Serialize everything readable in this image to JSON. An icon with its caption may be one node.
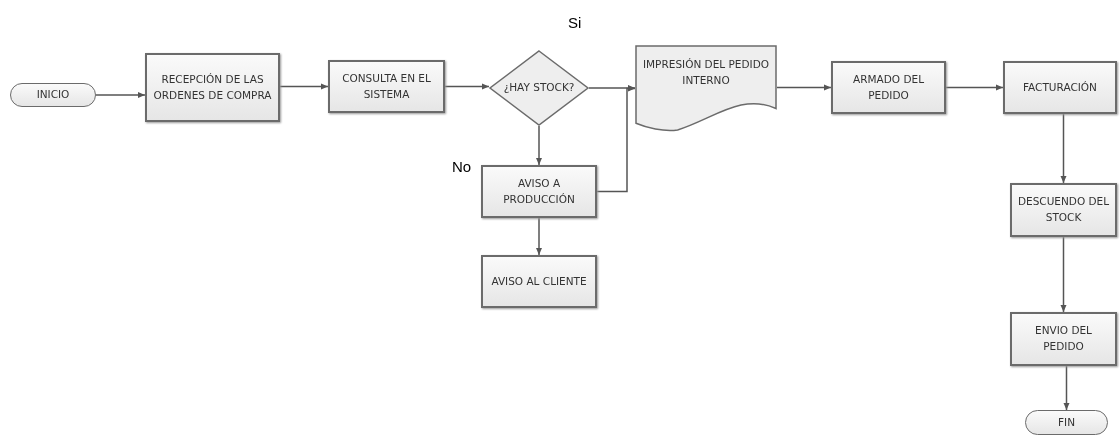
{
  "diagram": {
    "nodes": [
      {
        "text": [
          "INICIO"
        ]
      },
      {
        "text": [
          "RECEPCIÓN DE LAS ORDENES DE COMPRA"
        ]
      },
      {
        "text": [
          "CONSULTA EN EL SISTEMA"
        ]
      },
      {
        "text": [
          "¿HAY STOCK?"
        ]
      },
      {
        "text": [
          "IMPRESIÓN DEL PEDIDO INTERNO"
        ]
      },
      {
        "text": [
          "ARMADO DEL PEDIDO"
        ]
      },
      {
        "text": [
          "FACTURACIÓN"
        ]
      },
      {
        "text": [
          "AVISO A PRODUCCIÓN"
        ]
      },
      {
        "text": [
          "AVISO AL CLIENTE"
        ]
      },
      {
        "text": [
          "DESCUENDO DEL STOCK"
        ]
      },
      {
        "text": [
          "ENVIO DEL PEDIDO"
        ]
      },
      {
        "text": [
          "FIN"
        ]
      }
    ],
    "edges": [
      {
        "from": 0,
        "to": 1,
        "arrow": "to"
      },
      {
        "from": 1,
        "to": 2,
        "arrow": "to"
      },
      {
        "from": 2,
        "to": 3,
        "arrow": "to"
      },
      {
        "from": 3,
        "to": 4,
        "arrow": "to"
      },
      {
        "from": 3,
        "to": 7,
        "arrow": "to"
      },
      {
        "from": 7,
        "to": 4,
        "arrow": "to"
      },
      {
        "from": 7,
        "to": 8,
        "arrow": "to"
      },
      {
        "from": 4,
        "to": 5,
        "arrow": "to"
      },
      {
        "from": 5,
        "to": 6,
        "arrow": "to"
      },
      {
        "from": 6,
        "to": 9,
        "arrow": "to"
      },
      {
        "from": 9,
        "to": 10,
        "arrow": "to"
      },
      {
        "from": 10,
        "to": 11,
        "arrow": "to"
      }
    ],
    "labels": [
      "Si",
      "No"
    ]
  }
}
